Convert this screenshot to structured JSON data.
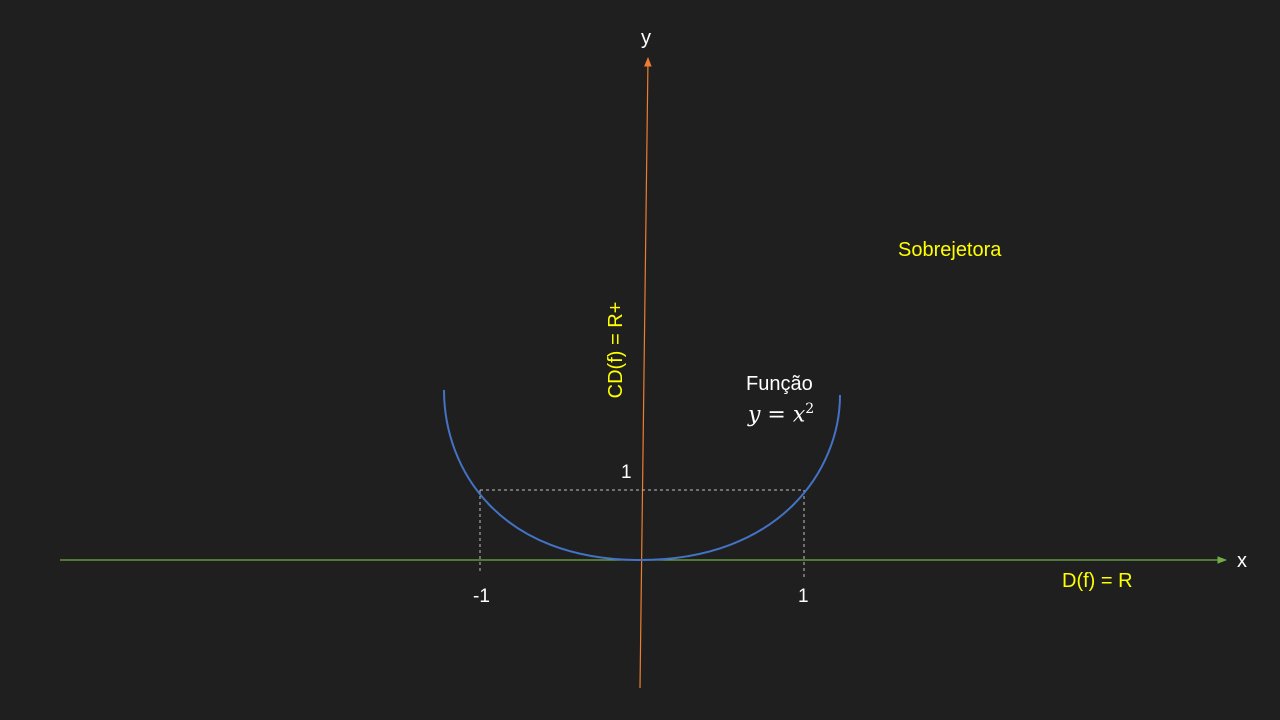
{
  "axes": {
    "x_label": "x",
    "y_label": "y",
    "domain_label": "D(f) = R",
    "codomain_label": "CD(f) = R+"
  },
  "ticks": {
    "x_neg_one": "-1",
    "x_one": "1",
    "y_one": "1"
  },
  "function": {
    "title": "Função",
    "formula_lhs": "y = x",
    "formula_exp": "2"
  },
  "classification": "Sobrejetora",
  "colors": {
    "background": "#1f1f1f",
    "x_axis": "#70ad47",
    "y_axis": "#ed7d31",
    "curve": "#4472c4",
    "guides": "#bfbfbf",
    "text_white": "#ffffff",
    "text_yellow": "#ffff00"
  }
}
